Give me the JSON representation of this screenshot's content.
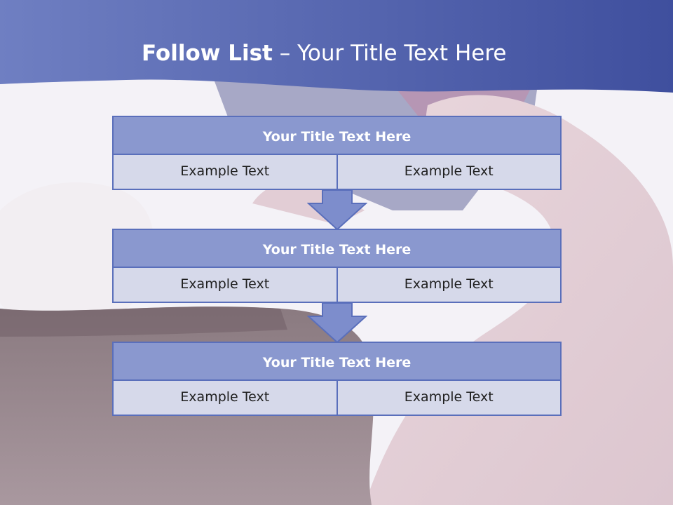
{
  "header": {
    "title_bold": "Follow List",
    "title_rest": " – Your Title Text Here"
  },
  "blocks": [
    {
      "title": "Your Title Text Here",
      "left_text": "Example Text",
      "right_text": "Example Text"
    },
    {
      "title": "Your Title Text Here",
      "left_text": "Example Text",
      "right_text": "Example Text"
    },
    {
      "title": "Your Title Text Here",
      "left_text": "Example Text",
      "right_text": "Example Text"
    }
  ],
  "colors": {
    "header_band": "#4a5aa8",
    "box_title_fill": "#8a98cf",
    "box_cell_fill": "#d6d9ea",
    "box_border": "#5a6fbb",
    "arrow_fill": "#7d8dcc"
  },
  "background_image": "hand holding chocolate cake (faded photo)"
}
